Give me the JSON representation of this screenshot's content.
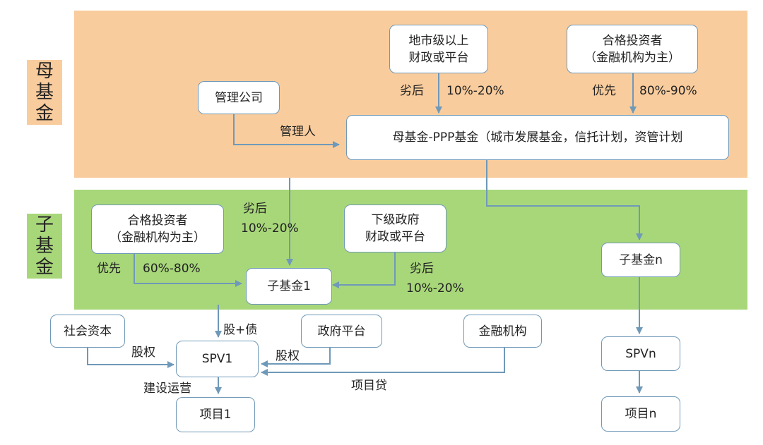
{
  "side_labels": {
    "mother": [
      "母",
      "基",
      "金"
    ],
    "child": [
      "子",
      "基",
      "金"
    ]
  },
  "nodes": {
    "local_finance": [
      "地市级以上",
      "财政或平台"
    ],
    "qualified_investor_mother": [
      "合格投资者",
      "（金融机构为主）"
    ],
    "management_company": "管理公司",
    "mother_fund": "母基金-PPP基金（城市发展基金，信托计划，资管计划",
    "qualified_investor_child": [
      "合格投资者",
      "（金融机构为主）"
    ],
    "lower_government": [
      "下级政府",
      "财政或平台"
    ],
    "sub_fund_1": "子基金1",
    "sub_fund_n": "子基金n",
    "social_capital": "社会资本",
    "government_platform": "政府平台",
    "financial_institution": "金融机构",
    "spv_1": "SPV1",
    "spv_n": "SPVn",
    "project_1": "项目1",
    "project_n": "项目n"
  },
  "edge_labels": {
    "mother_junior": "劣后",
    "mother_junior_pct": "10%-20%",
    "mother_senior": "优先",
    "mother_senior_pct": "80%-90%",
    "manager": "管理人",
    "child_junior_top": "劣后",
    "child_junior_top_pct": "10%-20%",
    "child_senior": "优先",
    "child_senior_pct": "60%-80%",
    "child_junior_right": "劣后",
    "child_junior_right_pct": "10%-20%",
    "equity_debt": "股+债",
    "equity_left": "股权",
    "equity_right": "股权",
    "project_loan": "项目贷",
    "construction": "建设运营"
  },
  "colors": {
    "mother_band": "#f9cc9d",
    "child_band": "#a8d77a",
    "connector": "#6f99b8",
    "box_border": "#6f99b8"
  }
}
